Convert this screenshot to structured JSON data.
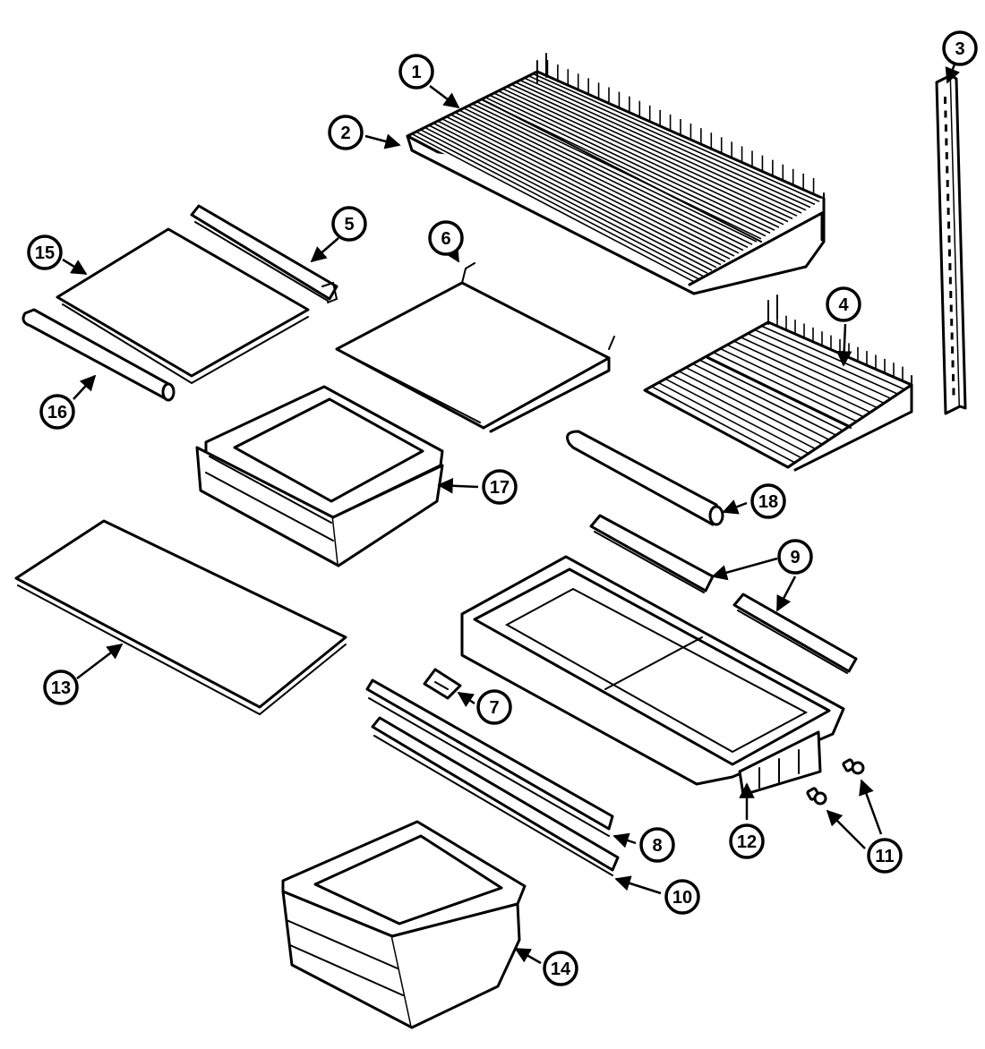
{
  "diagram": {
    "colors": {
      "line": "#000000",
      "background": "#ffffff"
    },
    "callouts": [
      {
        "id": "1",
        "label": "1"
      },
      {
        "id": "2",
        "label": "2"
      },
      {
        "id": "3",
        "label": "3"
      },
      {
        "id": "4",
        "label": "4"
      },
      {
        "id": "5",
        "label": "5"
      },
      {
        "id": "6",
        "label": "6"
      },
      {
        "id": "7",
        "label": "7"
      },
      {
        "id": "8",
        "label": "8"
      },
      {
        "id": "9",
        "label": "9"
      },
      {
        "id": "10",
        "label": "10"
      },
      {
        "id": "11",
        "label": "11"
      },
      {
        "id": "12",
        "label": "12"
      },
      {
        "id": "13",
        "label": "13"
      },
      {
        "id": "14",
        "label": "14"
      },
      {
        "id": "15",
        "label": "15"
      },
      {
        "id": "16",
        "label": "16"
      },
      {
        "id": "17",
        "label": "17"
      },
      {
        "id": "18",
        "label": "18"
      }
    ]
  }
}
